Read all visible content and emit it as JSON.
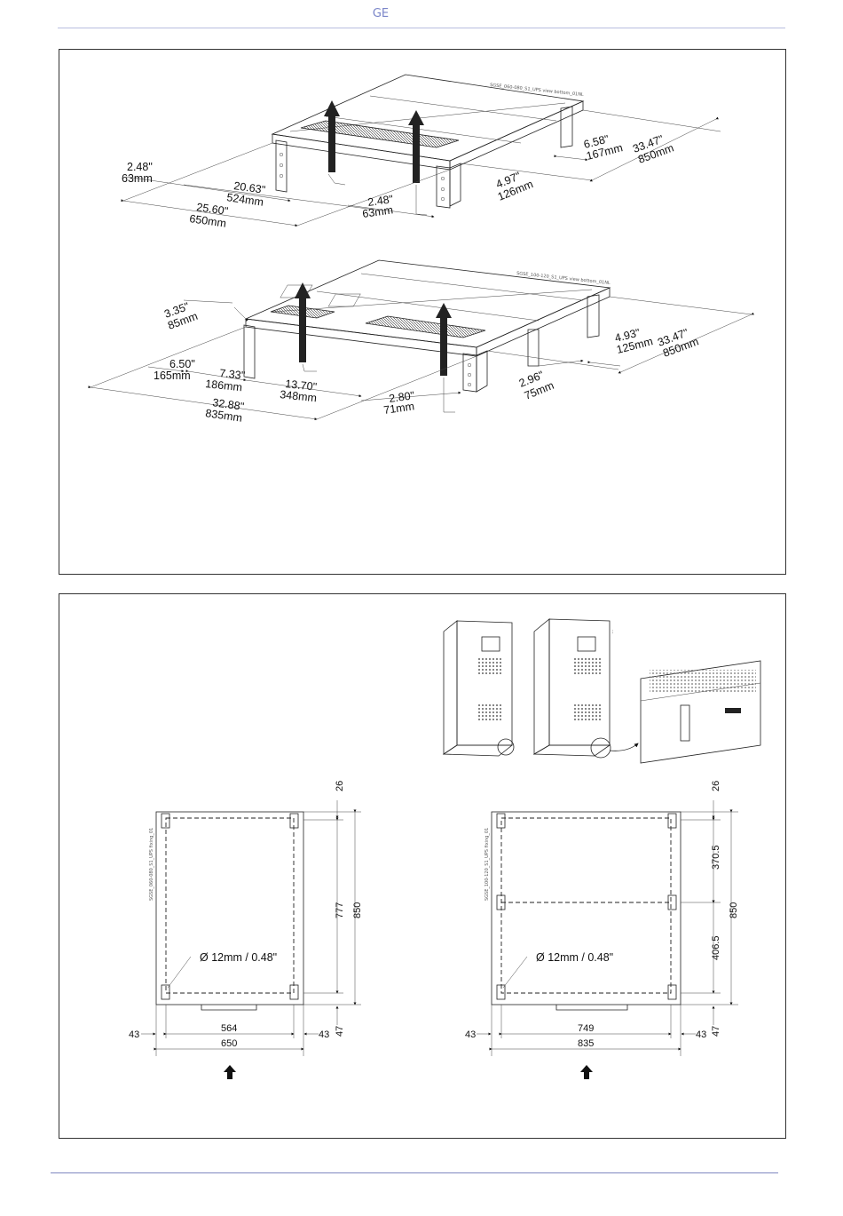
{
  "header": {
    "brand": "GE"
  },
  "top_panel": {
    "unit1": {
      "drawing_ref": "SGSE_060-080_S1_UPS view bottom_01NL",
      "dims": [
        {
          "in": "2.48\"",
          "mm": "63mm"
        },
        {
          "in": "20.63\"",
          "mm": "524mm"
        },
        {
          "in": "25.60\"",
          "mm": "650mm"
        },
        {
          "in": "2.48\"",
          "mm": "63mm"
        },
        {
          "in": "4.97\"",
          "mm": "126mm"
        },
        {
          "in": "6.58\"",
          "mm": "167mm"
        },
        {
          "in": "33.47\"",
          "mm": "850mm"
        }
      ]
    },
    "unit2": {
      "drawing_ref": "SGSE_100-120_S1_UPS view bottom_01NL",
      "dims": [
        {
          "in": "3.35\"",
          "mm": "85mm"
        },
        {
          "in": "6.50\"",
          "mm": "165mm"
        },
        {
          "in": "7.33\"",
          "mm": "186mm"
        },
        {
          "in": "13.70\"",
          "mm": "348mm"
        },
        {
          "in": "32.88\"",
          "mm": "835mm"
        },
        {
          "in": "2.80\"",
          "mm": "71mm"
        },
        {
          "in": "2.96\"",
          "mm": "75mm"
        },
        {
          "in": "4.93\"",
          "mm": "125mm"
        },
        {
          "in": "33.47\"",
          "mm": "850mm"
        }
      ]
    }
  },
  "bottom_panel": {
    "plan1": {
      "drawing_ref": "SGSE_060-080_S1_UPS fixing_01",
      "hole": "Ø 12mm / 0.48\"",
      "dims": {
        "top": "26",
        "inner_v": "777",
        "outer_v": "850",
        "bottom": "47",
        "left": "43",
        "inner_h": "564",
        "right": "43",
        "outer_h": "650"
      }
    },
    "plan2": {
      "drawing_ref": "SGSE_100-120_S1_UPS fixing_01",
      "hole": "Ø 12mm / 0.48\"",
      "dims": {
        "top": "26",
        "upper_v": "370.5",
        "lower_v": "406.5",
        "outer_v": "850",
        "bottom": "47",
        "left": "43",
        "inner_h": "749",
        "right": "43",
        "outer_h": "835"
      }
    }
  }
}
